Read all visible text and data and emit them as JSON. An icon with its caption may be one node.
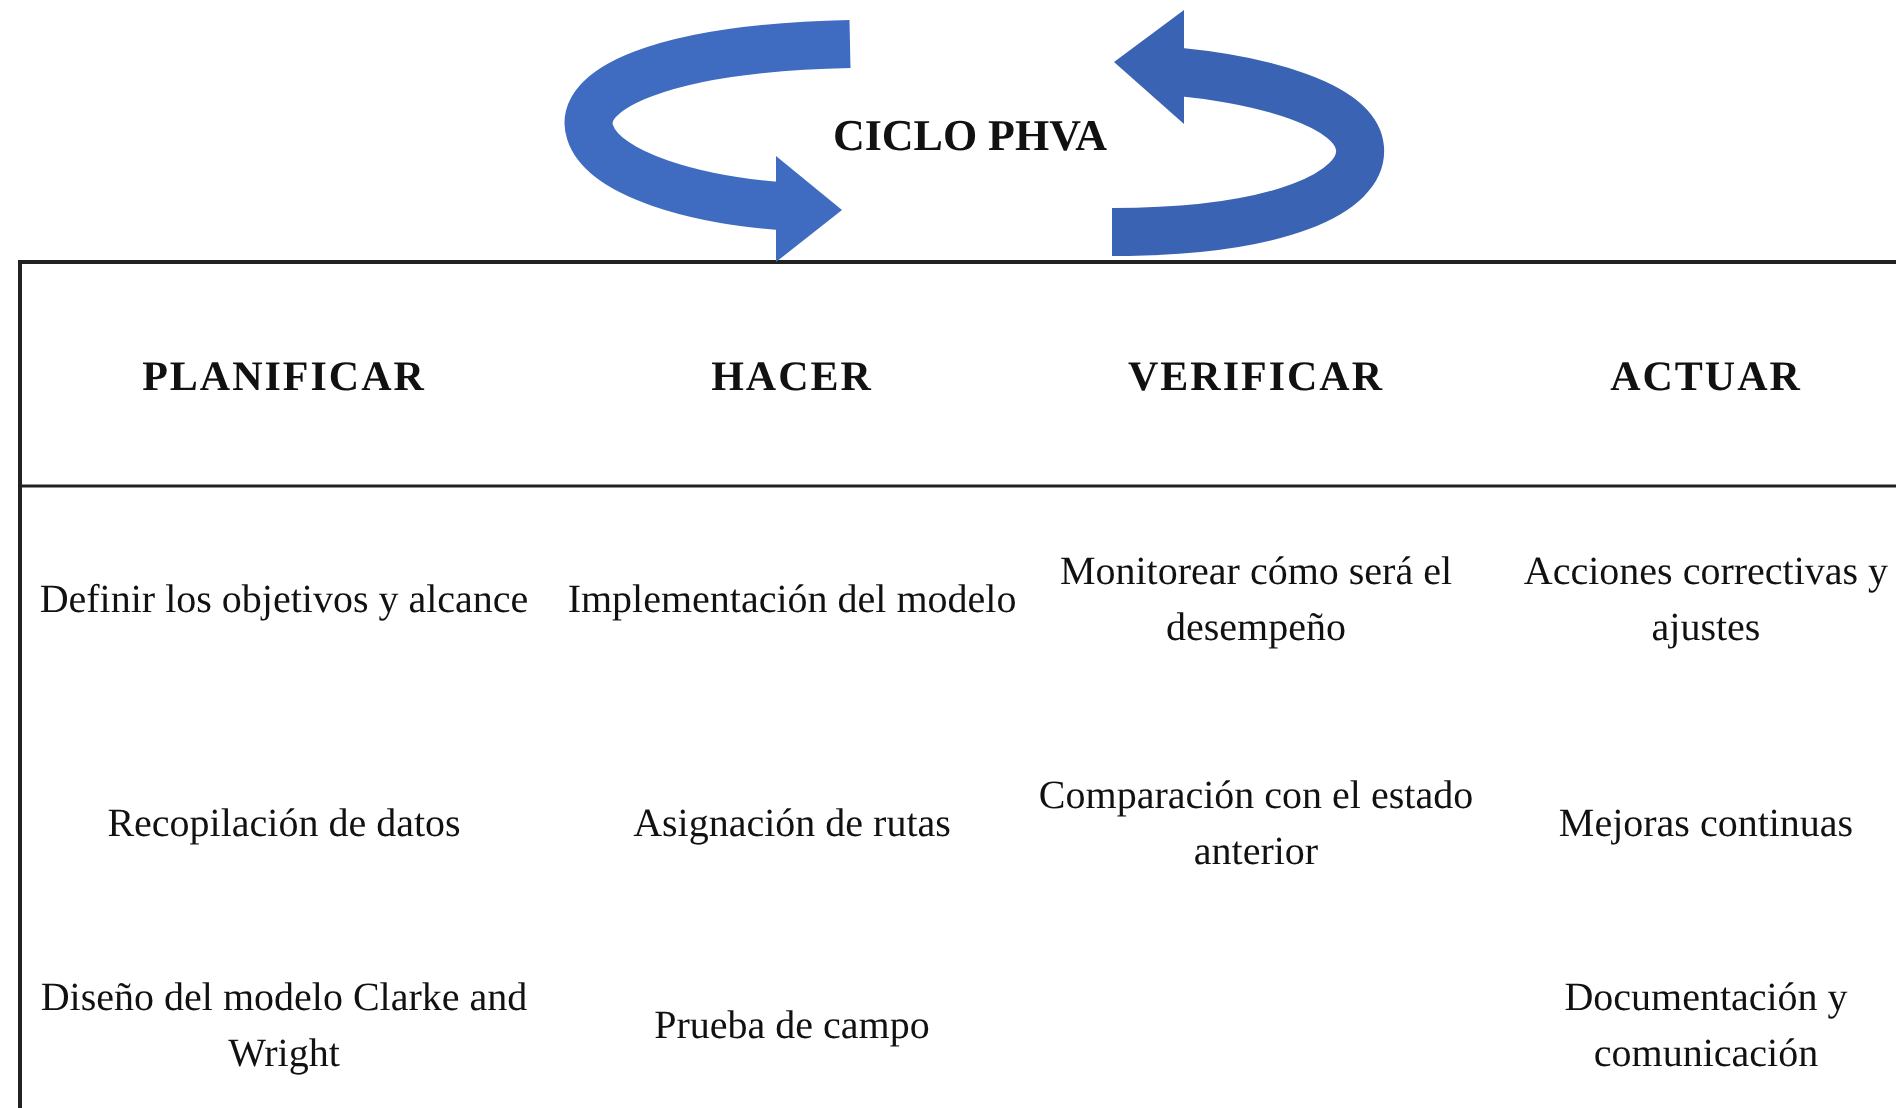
{
  "diagram": {
    "title": "CICLO PHVA",
    "labels": [
      "PLANIFICAR",
      "HACER",
      "VERIFICAR",
      "ACTUAR",
      "Definir los objetivos y alcance",
      "Implementación del modelo",
      "Monitorear cómo será el desempeño",
      "Acciones correctivas y ajustes",
      "Recopilación de datos",
      "Asignación de rutas",
      "Comparación con el estado anterior",
      "Mejoras continuas",
      "Diseño del modelo Clarke and Wright",
      "Prueba de campo",
      "Documentación y comunicación"
    ]
  }
}
